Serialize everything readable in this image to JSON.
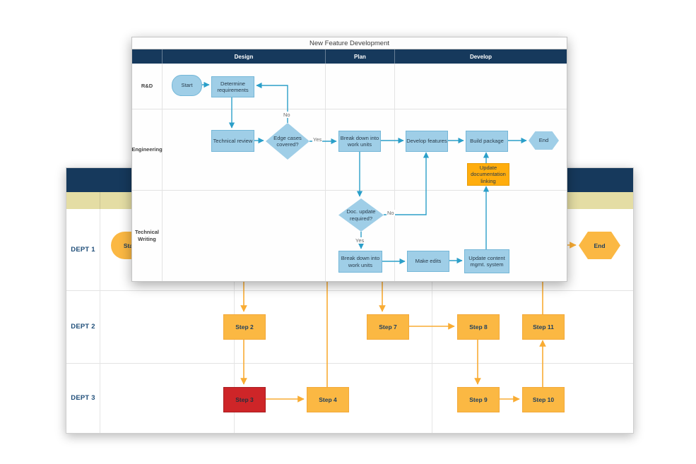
{
  "foreground": {
    "title": "New Feature Development",
    "phases": [
      "Design",
      "Plan",
      "Develop"
    ],
    "lanes": [
      "R&D",
      "Engineering",
      "Technical Writing"
    ],
    "nodes": {
      "start": "Start",
      "determine": "Determine requirements",
      "technical": "Technical review",
      "edge_cases": "Edge cases covered?",
      "break_eng": "Break down into work units",
      "develop": "Develop features",
      "build": "Build package",
      "end": "End",
      "update_doc": "Update documentation linking",
      "doc_update": "Doc. update required?",
      "break_tw": "Break down into work units",
      "make_edits": "Make edits",
      "update_cms": "Update content mgmt. system"
    },
    "edge_labels": {
      "no1": "No",
      "yes1": "Yes",
      "no2": "No",
      "yes2": "Yes"
    },
    "colors": {
      "header": "#16395c",
      "node_blue": "#9fcee7",
      "node_orange": "#ffad0d",
      "arrow": "#2b9fc9"
    }
  },
  "background": {
    "lanes": [
      "DEPT 1",
      "DEPT 2",
      "DEPT 3"
    ],
    "nodes": {
      "start": "Start",
      "end": "End",
      "step2": "Step 2",
      "step3": "Step 3",
      "step4": "Step 4",
      "step7": "Step 7",
      "step8": "Step 8",
      "step9": "Step 9",
      "step10": "Step 10",
      "step11": "Step 11"
    },
    "colors": {
      "header": "#16395c",
      "phase_band": "#e4dda4",
      "step": "#fbb843",
      "alert_step": "#ce2528",
      "arrow": "#f9ac33",
      "lane_label": "#1f4e79"
    }
  }
}
